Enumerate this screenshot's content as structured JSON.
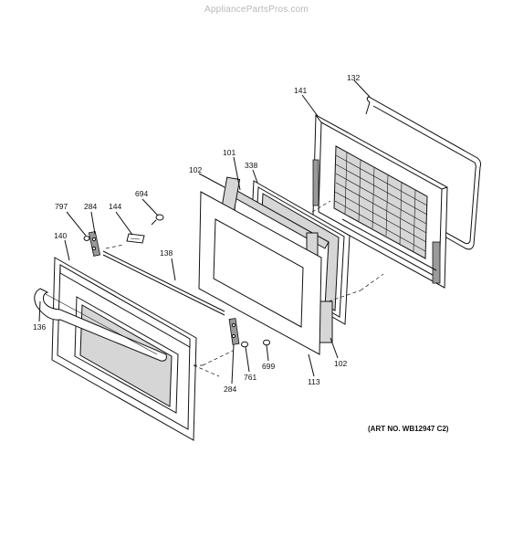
{
  "watermark": "AppliancePartsPros.com",
  "art_no": "(ART NO. WB12947 C2)",
  "parts": {
    "p132": "132",
    "p141": "141",
    "p101": "101",
    "p338": "338",
    "p102_top": "102",
    "p797": "797",
    "p284_top": "284",
    "p144": "144",
    "p694": "694",
    "p140": "140",
    "p138": "138",
    "p136": "136",
    "p699": "699",
    "p102_bottom": "102",
    "p284_bottom": "284",
    "p761": "761",
    "p113": "113"
  }
}
